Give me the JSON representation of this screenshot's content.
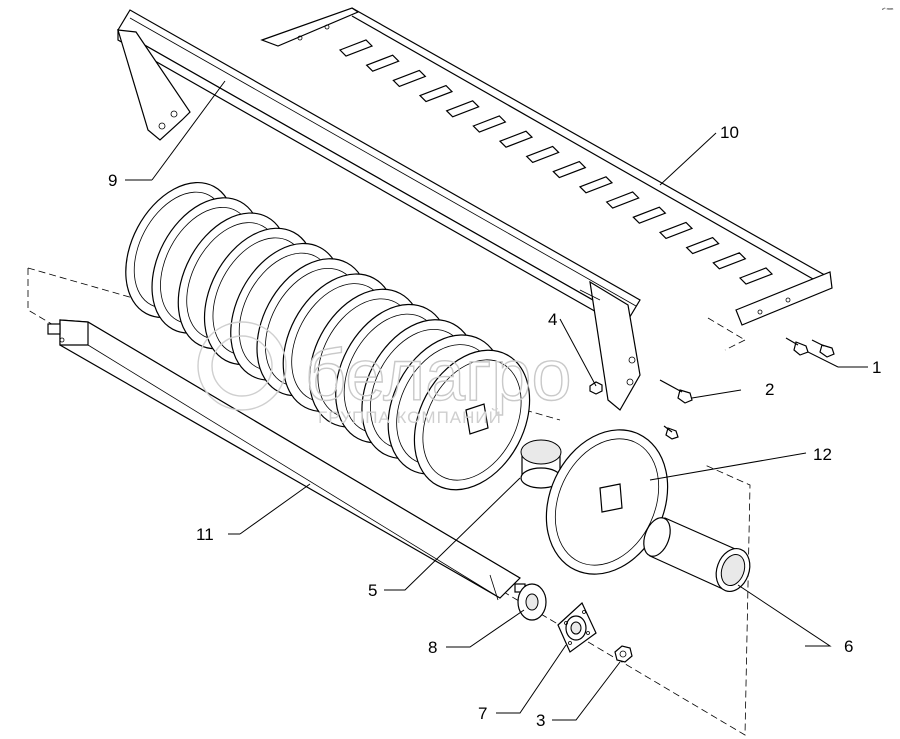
{
  "callouts": [
    {
      "id": "1",
      "label": "1"
    },
    {
      "id": "2",
      "label": "2"
    },
    {
      "id": "3",
      "label": "3"
    },
    {
      "id": "4",
      "label": "4"
    },
    {
      "id": "5",
      "label": "5"
    },
    {
      "id": "6",
      "label": "6"
    },
    {
      "id": "7",
      "label": "7"
    },
    {
      "id": "8",
      "label": "8"
    },
    {
      "id": "9",
      "label": "9"
    },
    {
      "id": "10",
      "label": "10"
    },
    {
      "id": "11",
      "label": "11"
    },
    {
      "id": "12",
      "label": "12"
    }
  ],
  "watermark": {
    "brand": "белагро",
    "tagline": "ГРУППА КОМПАНИЙ"
  },
  "corner_code": "z* mm"
}
